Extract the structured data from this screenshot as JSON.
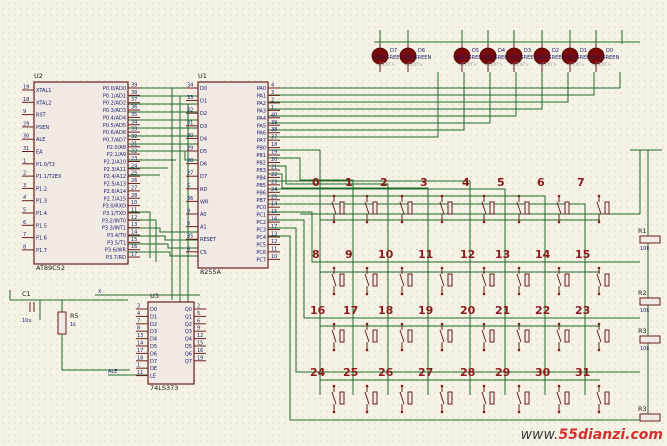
{
  "chips": {
    "u2": {
      "ref": "U2",
      "part": "AT89C52",
      "left_pins": [
        {
          "num": "19",
          "name": "XTAL1"
        },
        {
          "num": "18",
          "name": "XTAL2"
        },
        {
          "num": "9",
          "name": "RST"
        },
        {
          "num": "29",
          "name": "PSEN"
        },
        {
          "num": "30",
          "name": "ALE"
        },
        {
          "num": "31",
          "name": "EA"
        },
        {
          "num": "1",
          "name": "P1.0/T2"
        },
        {
          "num": "2",
          "name": "P1.1/T2EX"
        },
        {
          "num": "3",
          "name": "P1.2"
        },
        {
          "num": "4",
          "name": "P1.3"
        },
        {
          "num": "5",
          "name": "P1.4"
        },
        {
          "num": "6",
          "name": "P1.5"
        },
        {
          "num": "7",
          "name": "P1.6"
        },
        {
          "num": "8",
          "name": "P1.7"
        }
      ],
      "right_pins": [
        {
          "num": "39",
          "name": "P0.0/AD0"
        },
        {
          "num": "38",
          "name": "P0.1/AD1"
        },
        {
          "num": "37",
          "name": "P0.2/AD2"
        },
        {
          "num": "36",
          "name": "P0.3/AD3"
        },
        {
          "num": "35",
          "name": "P0.4/AD4"
        },
        {
          "num": "34",
          "name": "P0.5/AD5"
        },
        {
          "num": "33",
          "name": "P0.6/AD6"
        },
        {
          "num": "32",
          "name": "P0.7/AD7"
        },
        {
          "num": "21",
          "name": "P2.0/A8"
        },
        {
          "num": "22",
          "name": "P2.1/A9"
        },
        {
          "num": "23",
          "name": "P2.2/A10"
        },
        {
          "num": "24",
          "name": "P2.3/A11"
        },
        {
          "num": "25",
          "name": "P2.4/A12"
        },
        {
          "num": "26",
          "name": "P2.5/A13"
        },
        {
          "num": "27",
          "name": "P2.6/A14"
        },
        {
          "num": "28",
          "name": "P2.7/A15"
        },
        {
          "num": "10",
          "name": "P3.0/RXD"
        },
        {
          "num": "11",
          "name": "P3.1/TXD"
        },
        {
          "num": "12",
          "name": "P3.2/INT0"
        },
        {
          "num": "13",
          "name": "P3.3/INT1"
        },
        {
          "num": "14",
          "name": "P3.4/T0"
        },
        {
          "num": "15",
          "name": "P3.5/T1"
        },
        {
          "num": "16",
          "name": "P3.6/WR"
        },
        {
          "num": "17",
          "name": "P3.7/RD"
        }
      ]
    },
    "u1": {
      "ref": "U1",
      "part": "8255A",
      "left_pins": [
        {
          "num": "34",
          "name": "D0"
        },
        {
          "num": "33",
          "name": "D1"
        },
        {
          "num": "32",
          "name": "D2"
        },
        {
          "num": "31",
          "name": "D3"
        },
        {
          "num": "30",
          "name": "D4"
        },
        {
          "num": "29",
          "name": "D5"
        },
        {
          "num": "28",
          "name": "D6"
        },
        {
          "num": "27",
          "name": "D7"
        },
        {
          "num": "5",
          "name": "RD"
        },
        {
          "num": "36",
          "name": "WR"
        },
        {
          "num": "9",
          "name": "A0"
        },
        {
          "num": "8",
          "name": "A1"
        },
        {
          "num": "35",
          "name": "RESET"
        },
        {
          "num": "6",
          "name": "CS"
        }
      ],
      "right_pins": [
        {
          "num": "4",
          "name": "PA0"
        },
        {
          "num": "3",
          "name": "PA1"
        },
        {
          "num": "2",
          "name": "PA2"
        },
        {
          "num": "1",
          "name": "PA3"
        },
        {
          "num": "40",
          "name": "PA4"
        },
        {
          "num": "39",
          "name": "PA5"
        },
        {
          "num": "38",
          "name": "PA6"
        },
        {
          "num": "37",
          "name": "PA7"
        },
        {
          "num": "18",
          "name": "PB0"
        },
        {
          "num": "19",
          "name": "PB1"
        },
        {
          "num": "20",
          "name": "PB2"
        },
        {
          "num": "21",
          "name": "PB3"
        },
        {
          "num": "22",
          "name": "PB4"
        },
        {
          "num": "23",
          "name": "PB5"
        },
        {
          "num": "24",
          "name": "PB6"
        },
        {
          "num": "25",
          "name": "PB7"
        },
        {
          "num": "14",
          "name": "PC0"
        },
        {
          "num": "15",
          "name": "PC1"
        },
        {
          "num": "16",
          "name": "PC2"
        },
        {
          "num": "17",
          "name": "PC3"
        },
        {
          "num": "13",
          "name": "PC4"
        },
        {
          "num": "12",
          "name": "PC5"
        },
        {
          "num": "11",
          "name": "PC6"
        },
        {
          "num": "10",
          "name": "PC7"
        }
      ]
    },
    "u3": {
      "ref": "U3",
      "part": "74LS373",
      "left_pins": [
        {
          "num": "3",
          "name": "D0"
        },
        {
          "num": "4",
          "name": "D1"
        },
        {
          "num": "7",
          "name": "D2"
        },
        {
          "num": "8",
          "name": "D3"
        },
        {
          "num": "13",
          "name": "D4"
        },
        {
          "num": "14",
          "name": "D5"
        },
        {
          "num": "17",
          "name": "D6"
        },
        {
          "num": "18",
          "name": "D7"
        },
        {
          "num": "1",
          "name": "OE"
        },
        {
          "num": "11",
          "name": "LE"
        }
      ],
      "right_pins": [
        {
          "num": "2",
          "name": "Q0"
        },
        {
          "num": "5",
          "name": "Q1"
        },
        {
          "num": "6",
          "name": "Q2"
        },
        {
          "num": "9",
          "name": "Q3"
        },
        {
          "num": "12",
          "name": "Q4"
        },
        {
          "num": "15",
          "name": "Q5"
        },
        {
          "num": "16",
          "name": "Q6"
        },
        {
          "num": "19",
          "name": "Q7"
        }
      ]
    }
  },
  "leds": [
    {
      "ref": "D7",
      "part": "LED-GREEN"
    },
    {
      "ref": "D6",
      "part": "LED-GREEN"
    },
    {
      "ref": "D5",
      "part": "LED-GREEN"
    },
    {
      "ref": "D4",
      "part": "LED-GREEN"
    },
    {
      "ref": "D3",
      "part": "LED-GREEN"
    },
    {
      "ref": "D2",
      "part": "LED-GREEN"
    },
    {
      "ref": "D1",
      "part": "LED-GREEN"
    },
    {
      "ref": "D0",
      "part": "LED-GREEN"
    }
  ],
  "led_text_placeholder": "<TEXT>",
  "keys": [
    "0",
    "1",
    "2",
    "3",
    "4",
    "5",
    "6",
    "7",
    "8",
    "9",
    "10",
    "11",
    "12",
    "13",
    "14",
    "15",
    "16",
    "17",
    "18",
    "19",
    "20",
    "21",
    "22",
    "23",
    "24",
    "25",
    "26",
    "27",
    "28",
    "29",
    "30",
    "31"
  ],
  "resistors": [
    {
      "ref": "R1",
      "value": "10k"
    },
    {
      "ref": "R2",
      "value": "10k"
    },
    {
      "ref": "R3",
      "value": "10k"
    },
    {
      "ref": "R3",
      "value": ""
    }
  ],
  "r5": {
    "ref": "R5",
    "value": "1k"
  },
  "c1": {
    "ref": "C1",
    "value": "10u"
  },
  "labels": {
    "x_label": "X",
    "ale": "ALE"
  },
  "watermark": {
    "www": "www.",
    "site": "55dianzi.com"
  },
  "colors": {
    "wire": "#1c6b2a",
    "chip_outline": "#6b1f1f",
    "led": "#7a0a0a",
    "key_label": "#8b1a1a",
    "watermark": "#d4302e"
  }
}
